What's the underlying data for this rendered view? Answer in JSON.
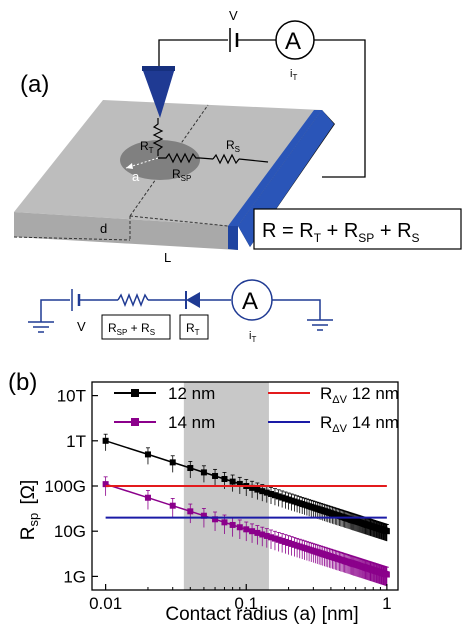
{
  "panel_a": {
    "label": "(a)",
    "source_label": "V",
    "ammeter_symbol": "A",
    "current_label_main": "i",
    "current_label_sub": "T",
    "contact_radius_label": "a",
    "rt_main": "R",
    "rt_sub": "T",
    "rs_main": "R",
    "rs_sub": "S",
    "rsp_main": "R",
    "rsp_sub": "SP",
    "thickness_label": "d",
    "length_label": "L",
    "equation": {
      "lhs": "R = R",
      "sub1": "T",
      "plus1": " + R",
      "sub2": "SP",
      "plus2": " + R",
      "sub3": "S"
    },
    "circuit": {
      "source_label": "V",
      "box1_main": "R",
      "box1_sub1": "SP",
      "box1_mid": " + R",
      "box1_sub2": "S",
      "box2_main": "R",
      "box2_sub": "T",
      "ammeter_symbol": "A",
      "current_label_main": "i",
      "current_label_sub": "T"
    },
    "colors": {
      "tip": "#1f3a93",
      "electrode": "#2a55b8",
      "slab_top": "#bdbdbd",
      "slab_front": "#a8a8a8",
      "slab_side": "#1a1a1a"
    }
  },
  "panel_b": {
    "label": "(b)",
    "chart_data": {
      "type": "line",
      "title": "",
      "xlabel": "Contact radius (a) [nm]",
      "ylabel_main": "R",
      "ylabel_sub": "sp",
      "ylabel_unit": "[Ω]",
      "xscale": "log",
      "yscale": "log",
      "xlim": [
        0.008,
        1.2
      ],
      "ylim": [
        500000000,
        20000000000000
      ],
      "xticks": [
        0.01,
        0.1,
        1
      ],
      "xtick_labels": [
        "0.01",
        "0.1",
        "1"
      ],
      "yticks": [
        1000000000,
        10000000000,
        100000000000,
        1000000000000,
        10000000000000
      ],
      "ytick_labels": [
        "1G",
        "10G",
        "100G",
        "1T",
        "10T"
      ],
      "shaded_region": [
        0.036,
        0.145
      ],
      "series": [
        {
          "name": "12 nm",
          "color": "#000000",
          "marker": "square",
          "x_start": 0.01,
          "x_end": 1,
          "y_start": 1000000000000,
          "y_end": 10000000000,
          "points": 100,
          "errorbar_fraction": 0.4
        },
        {
          "name": "14 nm",
          "color": "#8b008b",
          "marker": "square",
          "x_start": 0.01,
          "x_end": 1,
          "y_start": 110000000000,
          "y_end": 1100000000,
          "points": 100,
          "errorbar_fraction": 0.45
        }
      ],
      "reference_lines": [
        {
          "name_main": "R",
          "name_sub": "ΔV",
          "name_suffix": " 12 nm",
          "color": "#e31a1c",
          "y": 100000000000,
          "x_start": 0.01,
          "x_end": 1
        },
        {
          "name_main": "R",
          "name_sub": "ΔV",
          "name_suffix": " 14 nm",
          "color": "#1a1aa6",
          "y": 20000000000,
          "x_start": 0.01,
          "x_end": 1
        }
      ],
      "legend_position": "top"
    }
  }
}
